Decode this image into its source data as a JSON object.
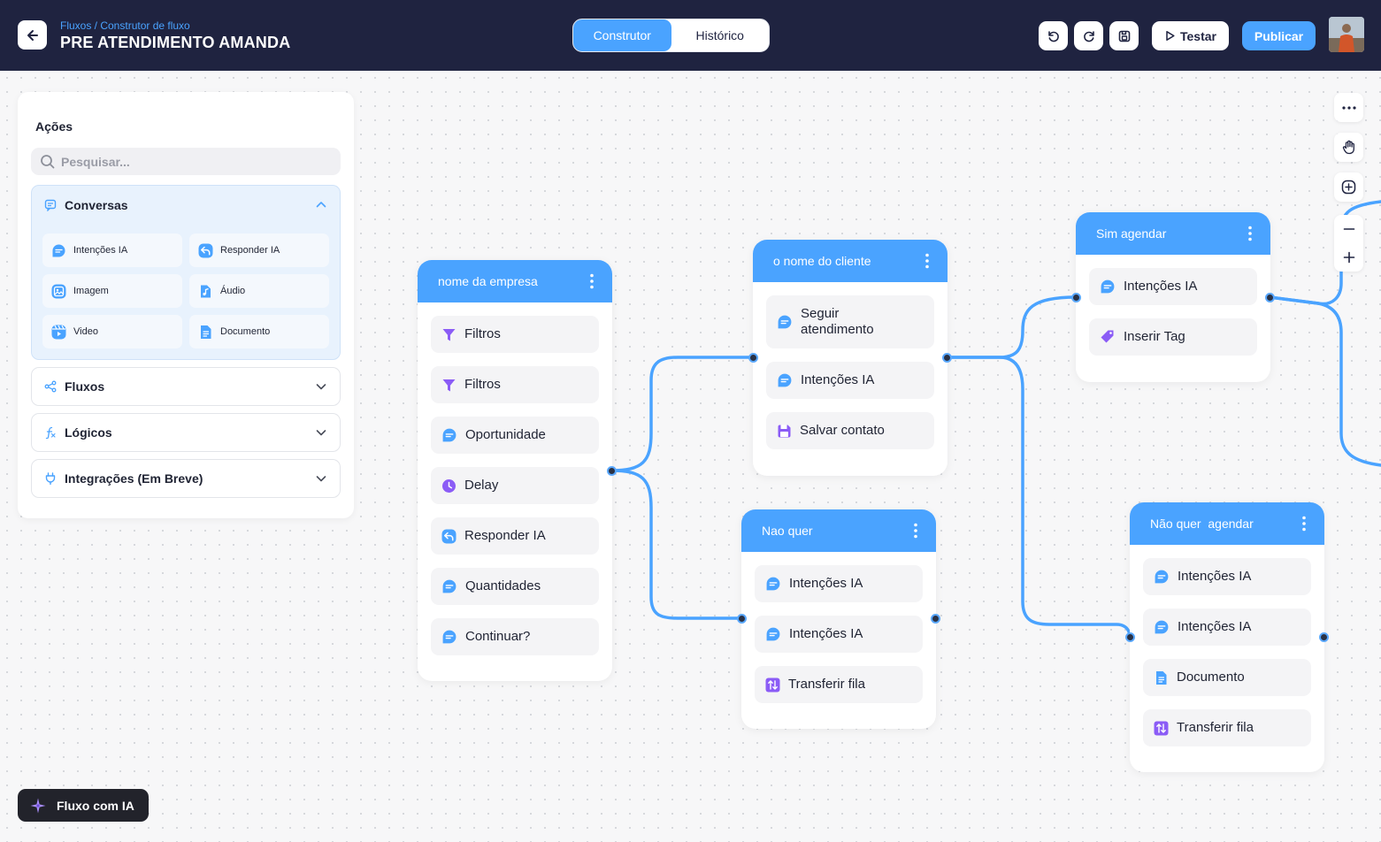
{
  "header": {
    "breadcrumb": "Fluxos / Construtor de fluxo",
    "title": "PRE ATENDIMENTO AMANDA",
    "tabs": [
      "Construtor",
      "Histórico"
    ],
    "test_label": "Testar",
    "publish_label": "Publicar"
  },
  "panel": {
    "title": "Ações",
    "search_placeholder": "Pesquisar...",
    "open_category": {
      "label": "Conversas",
      "actions": [
        "Intenções IA",
        "Responder IA",
        "Imagem",
        "Áudio",
        "Video",
        "Documento"
      ]
    },
    "categories": [
      "Fluxos",
      "Lógicos",
      "Integrações (Em Breve)"
    ]
  },
  "nodes": [
    {
      "title": "nome da empresa",
      "items": [
        "Filtros",
        "Filtros",
        "Oportunidade",
        "Delay",
        "Responder IA",
        "Quantidades",
        "Continuar?"
      ]
    },
    {
      "title": "o nome do cliente",
      "items": [
        "Seguir atendimento",
        "Intenções IA",
        "Salvar contato"
      ]
    },
    {
      "title": "Nao quer",
      "items": [
        "Intenções IA",
        "Intenções IA",
        "Transferir fila"
      ]
    },
    {
      "title": "Sim agendar",
      "items": [
        "Intenções IA",
        "Inserir Tag"
      ]
    },
    {
      "title": "Não quer  agendar",
      "items": [
        "Intenções IA",
        "Intenções IA",
        "Documento",
        "Transferir fila"
      ]
    }
  ],
  "ai_button_label": "Fluxo com IA",
  "colors": {
    "accent": "#4aa3ff",
    "header_bg": "#1f2340",
    "node_icon_purple": "#8b5cf6"
  }
}
